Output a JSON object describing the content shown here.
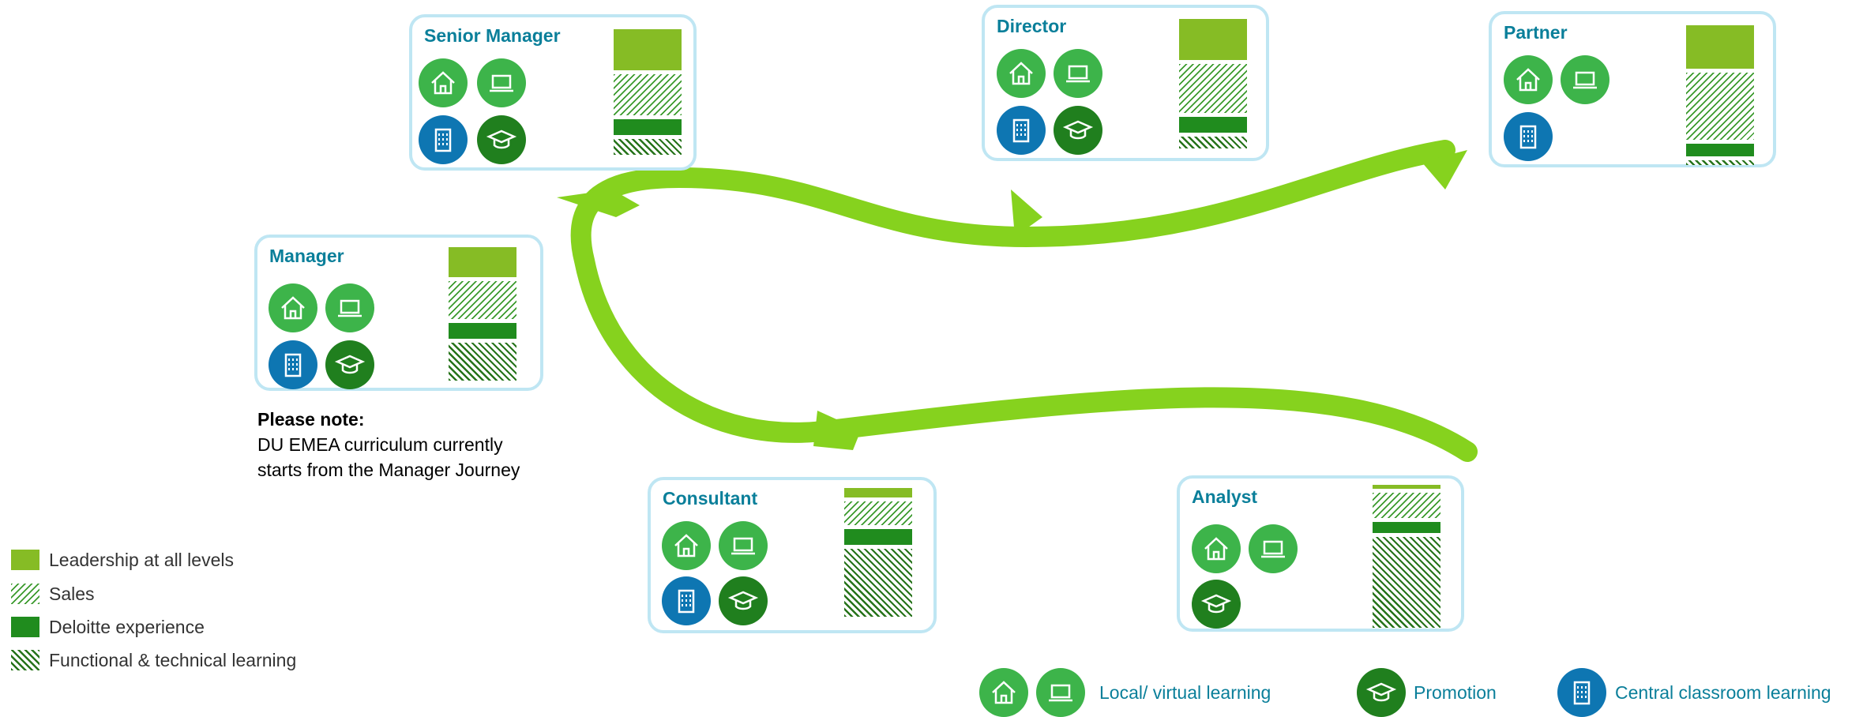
{
  "cards": {
    "senior_manager": {
      "title": "Senior Manager"
    },
    "director": {
      "title": "Director"
    },
    "partner": {
      "title": "Partner"
    },
    "manager": {
      "title": "Manager"
    },
    "consultant": {
      "title": "Consultant"
    },
    "analyst": {
      "title": "Analyst"
    }
  },
  "note": {
    "title": "Please note:",
    "line1": "DU EMEA curriculum currently",
    "line2": "starts from the Manager Journey"
  },
  "legend": {
    "leadership": "Leadership at all levels",
    "sales": "Sales",
    "deloitte": "Deloitte experience",
    "functional": "Functional & technical learning"
  },
  "key": {
    "local_virtual": "Local/ virtual learning",
    "promotion": "Promotion",
    "central": "Central classroom learning"
  },
  "icons": {
    "home": "home-icon",
    "laptop": "laptop-icon",
    "classroom": "building-icon",
    "promotion": "graduation-cap-icon"
  },
  "colors": {
    "leadership": "#86bc25",
    "sales": "#3b9a2d",
    "deloitte": "#208c1e",
    "functional": "#26731a",
    "title_blue": "#0a7f9a",
    "classroom_blue": "#0e76b2",
    "arrow": "#86d21e",
    "card_border": "#bfe6f3"
  }
}
